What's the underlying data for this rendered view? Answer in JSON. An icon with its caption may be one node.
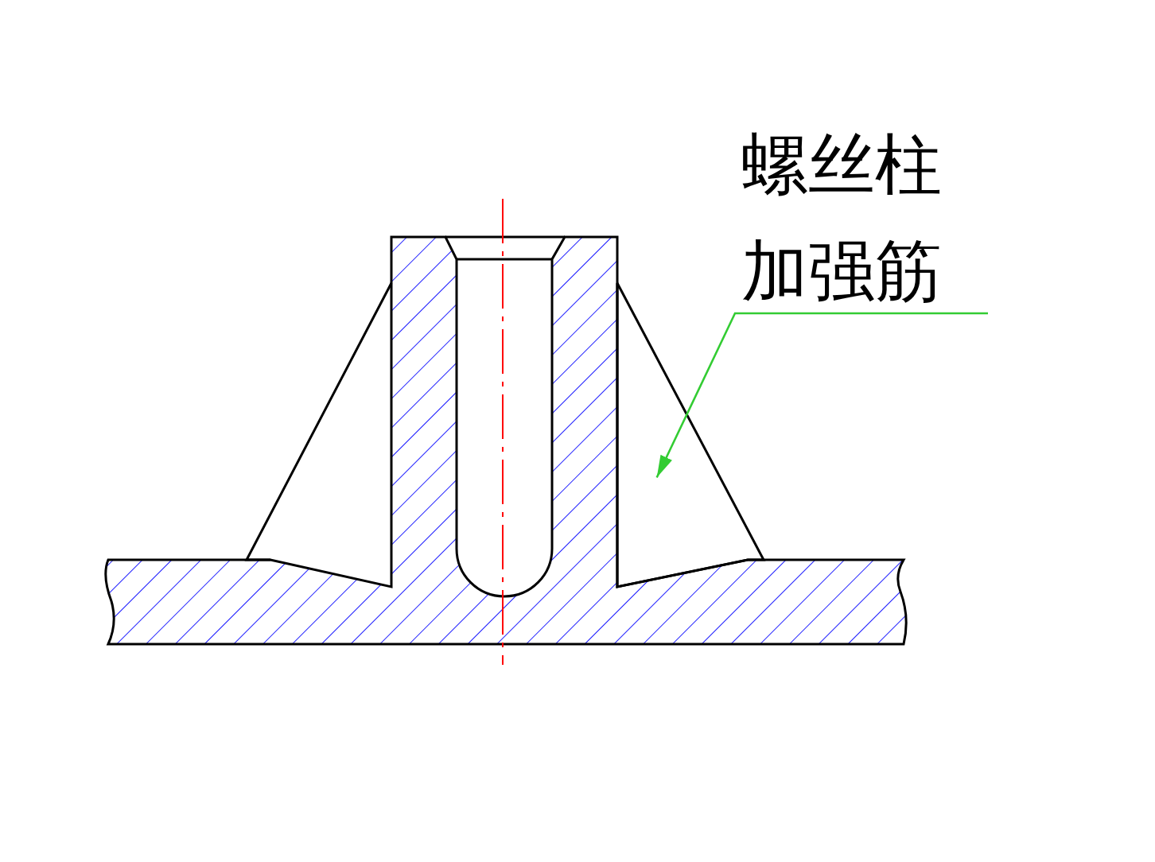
{
  "diagram": {
    "nodes": [
      {
        "text": [
          "加强筋"
        ]
      },
      {
        "text": [],
        "shape": "picture"
      }
    ],
    "edges": [
      {
        "from": 0,
        "to": 1,
        "arrow": "to",
        "color": "#33cc33"
      }
    ],
    "labels": [
      "螺丝柱"
    ]
  }
}
